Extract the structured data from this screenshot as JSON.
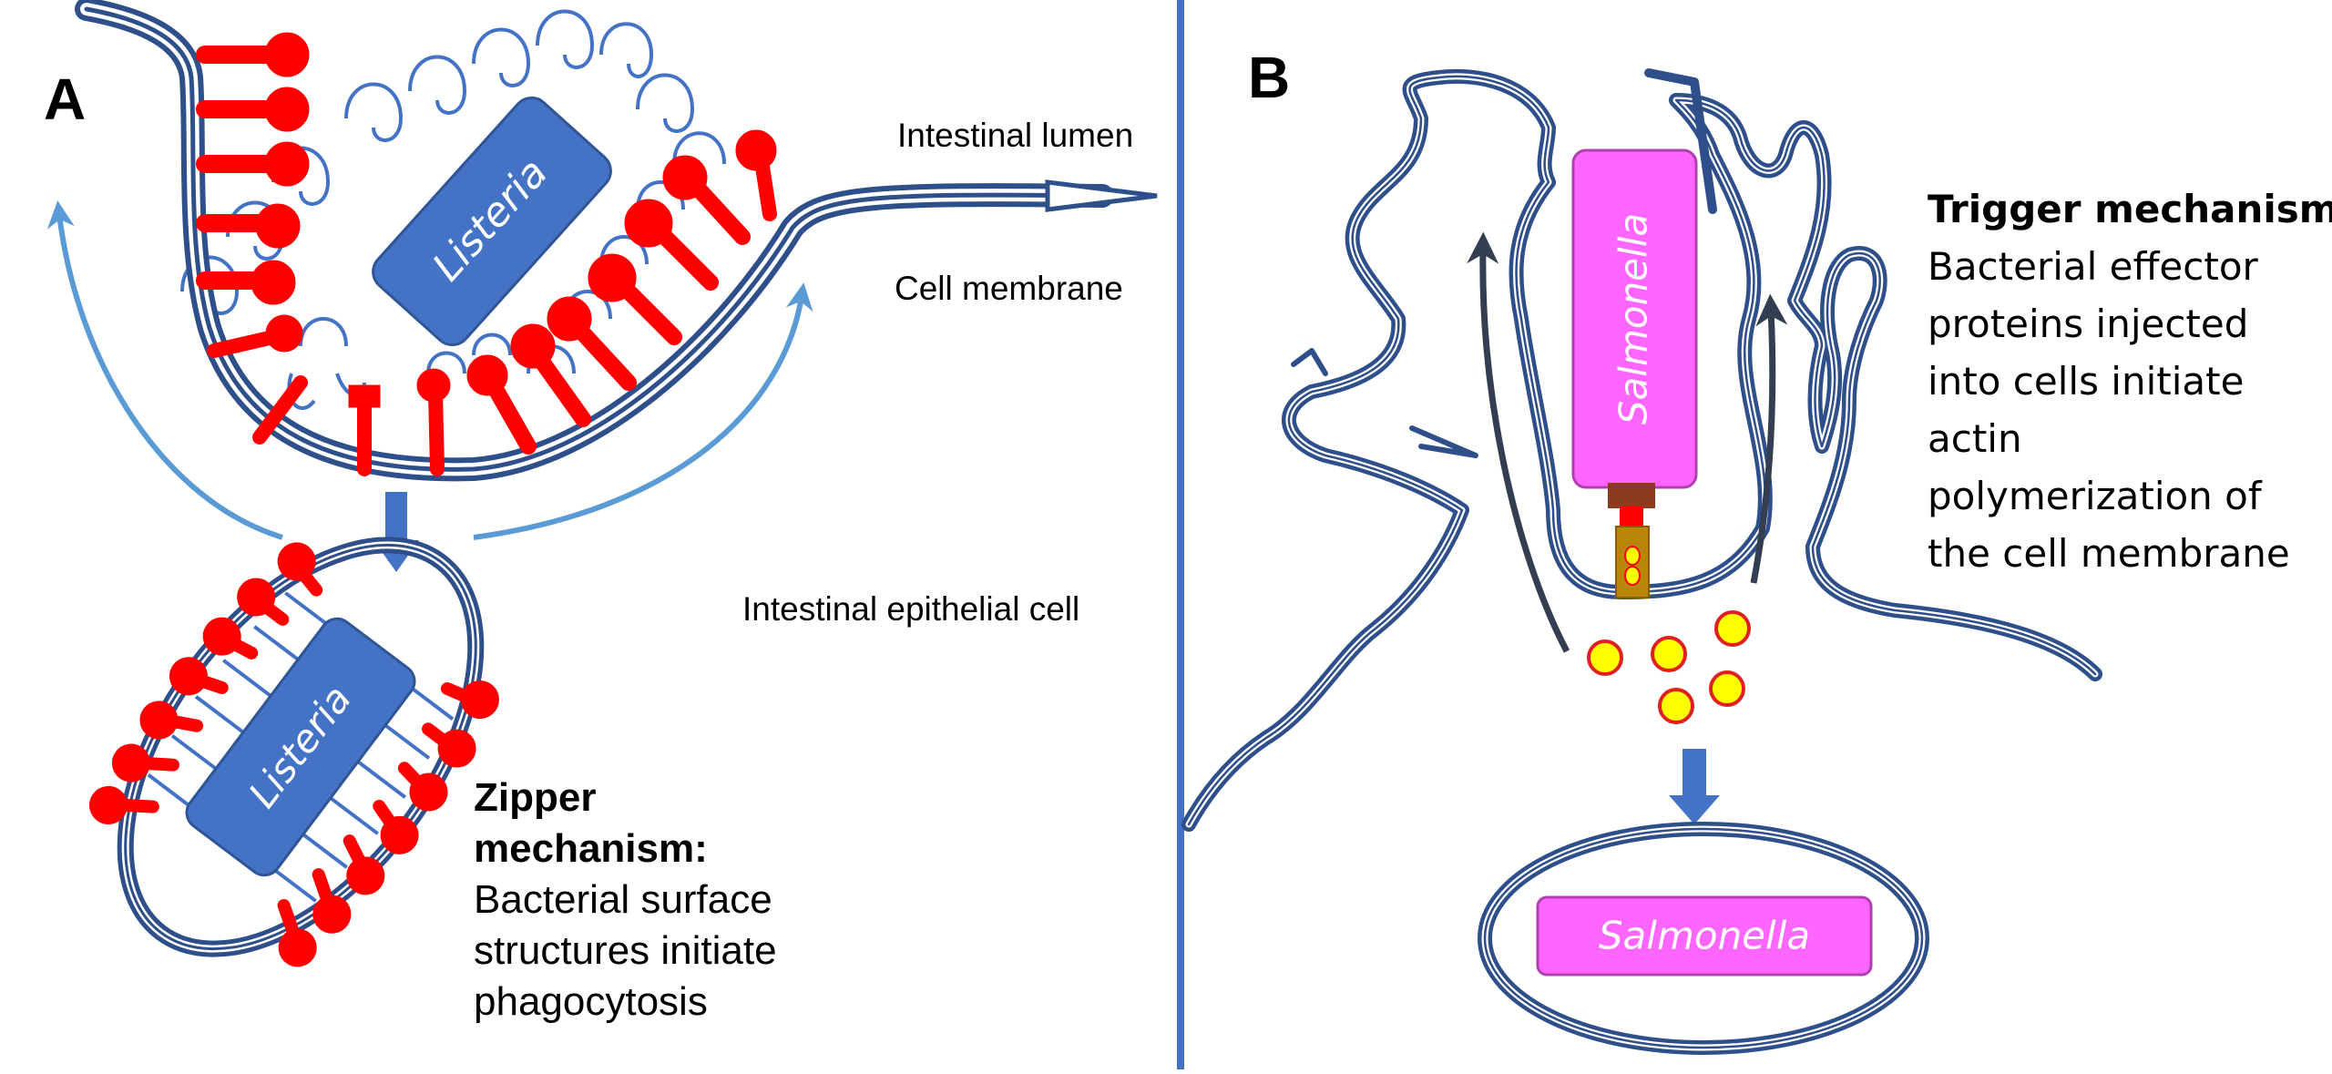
{
  "panel_a": {
    "letter": "A",
    "bacterium_label": "Listeria",
    "bacterium_label_engulfed": "Listeria",
    "label_lumen": "Intestinal lumen",
    "label_membrane": "Cell membrane",
    "label_cell": "Intestinal epithelial cell",
    "caption_title_line1": "Zipper",
    "caption_title_line2": "mechanism:",
    "caption_body": "Bacterial surface structures initiate phagocytosis"
  },
  "panel_b": {
    "letter": "B",
    "bacterium_label": "Salmonella",
    "bacterium_label_engulfed": "Salmonella",
    "caption_title": "Trigger mechanism:",
    "caption_body": "Bacterial effector proteins injected into cells initiate actin polymerization of the cell membrane"
  },
  "colors": {
    "membrane": "#2f4f8a",
    "bacterium_listeria": "#4472c4",
    "bacterium_salmonella": "#ff66ff",
    "receptor": "#ff0000",
    "effector": "#ffff00",
    "arrow_light": "#5b9bd5",
    "arrow_dark": "#333f50",
    "divider": "#4472c4"
  }
}
